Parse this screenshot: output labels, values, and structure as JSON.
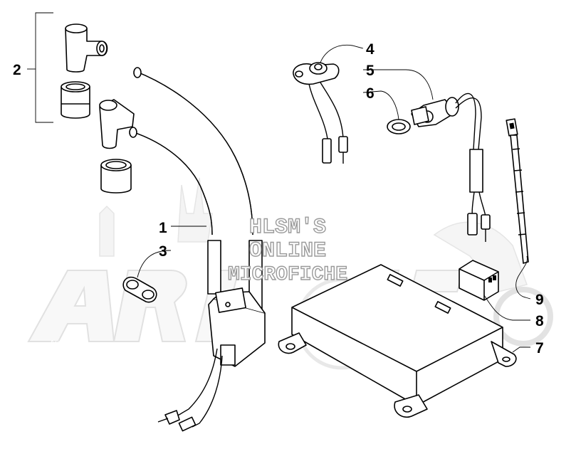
{
  "diagram": {
    "callouts": [
      {
        "id": "c1",
        "label": "1"
      },
      {
        "id": "c2",
        "label": "2"
      },
      {
        "id": "c3",
        "label": "3"
      },
      {
        "id": "c4",
        "label": "4"
      },
      {
        "id": "c5",
        "label": "5"
      },
      {
        "id": "c6",
        "label": "6"
      },
      {
        "id": "c7",
        "label": "7"
      },
      {
        "id": "c8",
        "label": "8"
      },
      {
        "id": "c9",
        "label": "9"
      }
    ],
    "watermark": {
      "line1": "HLSM'S",
      "line2": "ONLINE",
      "line3": "MICROFICHE",
      "logo_word": "Arctic Cat"
    },
    "colors": {
      "ink": "#000000",
      "watermark": "#cfcfcf",
      "background": "#ffffff"
    }
  }
}
